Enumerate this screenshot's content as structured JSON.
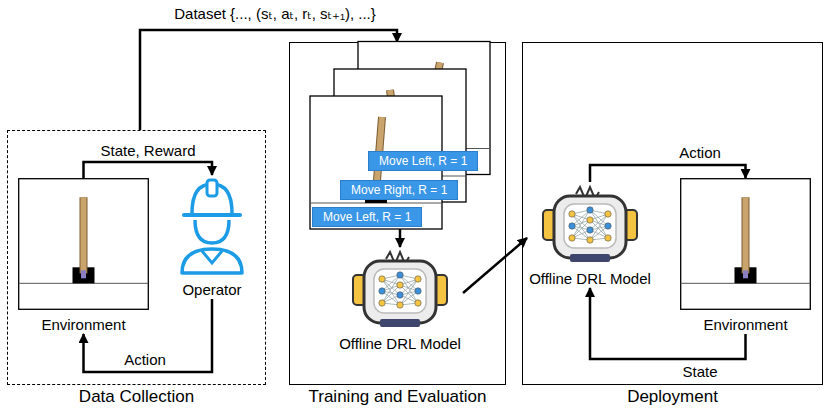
{
  "diagram": {
    "nodes": [
      {
        "text": [
          "Data Collection"
        ]
      },
      {
        "text": [
          "Environment"
        ],
        "in": 0
      },
      {
        "text": [
          "Operator"
        ],
        "in": 0
      },
      {
        "text": [
          "Training and Evaluation"
        ]
      },
      {
        "text": [
          "Move Left, R = 1"
        ],
        "in": 3
      },
      {
        "text": [
          "Move Right, R = 1"
        ],
        "in": 3
      },
      {
        "text": [
          "Move Left, R = 1"
        ],
        "in": 3
      },
      {
        "text": [
          "Offline DRL Model"
        ],
        "in": 3
      },
      {
        "text": [
          "Deployment"
        ]
      },
      {
        "text": [
          "Offline DRL Model"
        ],
        "in": 8
      },
      {
        "text": [
          "Environment"
        ],
        "in": 8
      }
    ],
    "edges": [
      {
        "from": 0,
        "to": 3,
        "arrow": "to",
        "label": "Dataset {..., (sₜ, aₜ, rₜ, sₜ₊₁), ...}"
      },
      {
        "from": 1,
        "to": 2,
        "arrow": "to",
        "label": "State, Reward"
      },
      {
        "from": 2,
        "to": 1,
        "arrow": "to",
        "label": "Action"
      },
      {
        "from": 6,
        "to": 7,
        "arrow": "to"
      },
      {
        "from": 7,
        "to": 9,
        "arrow": "to"
      },
      {
        "from": 9,
        "to": 10,
        "arrow": "to",
        "label": "Action"
      },
      {
        "from": 10,
        "to": 9,
        "arrow": "to",
        "label": "State"
      }
    ]
  }
}
